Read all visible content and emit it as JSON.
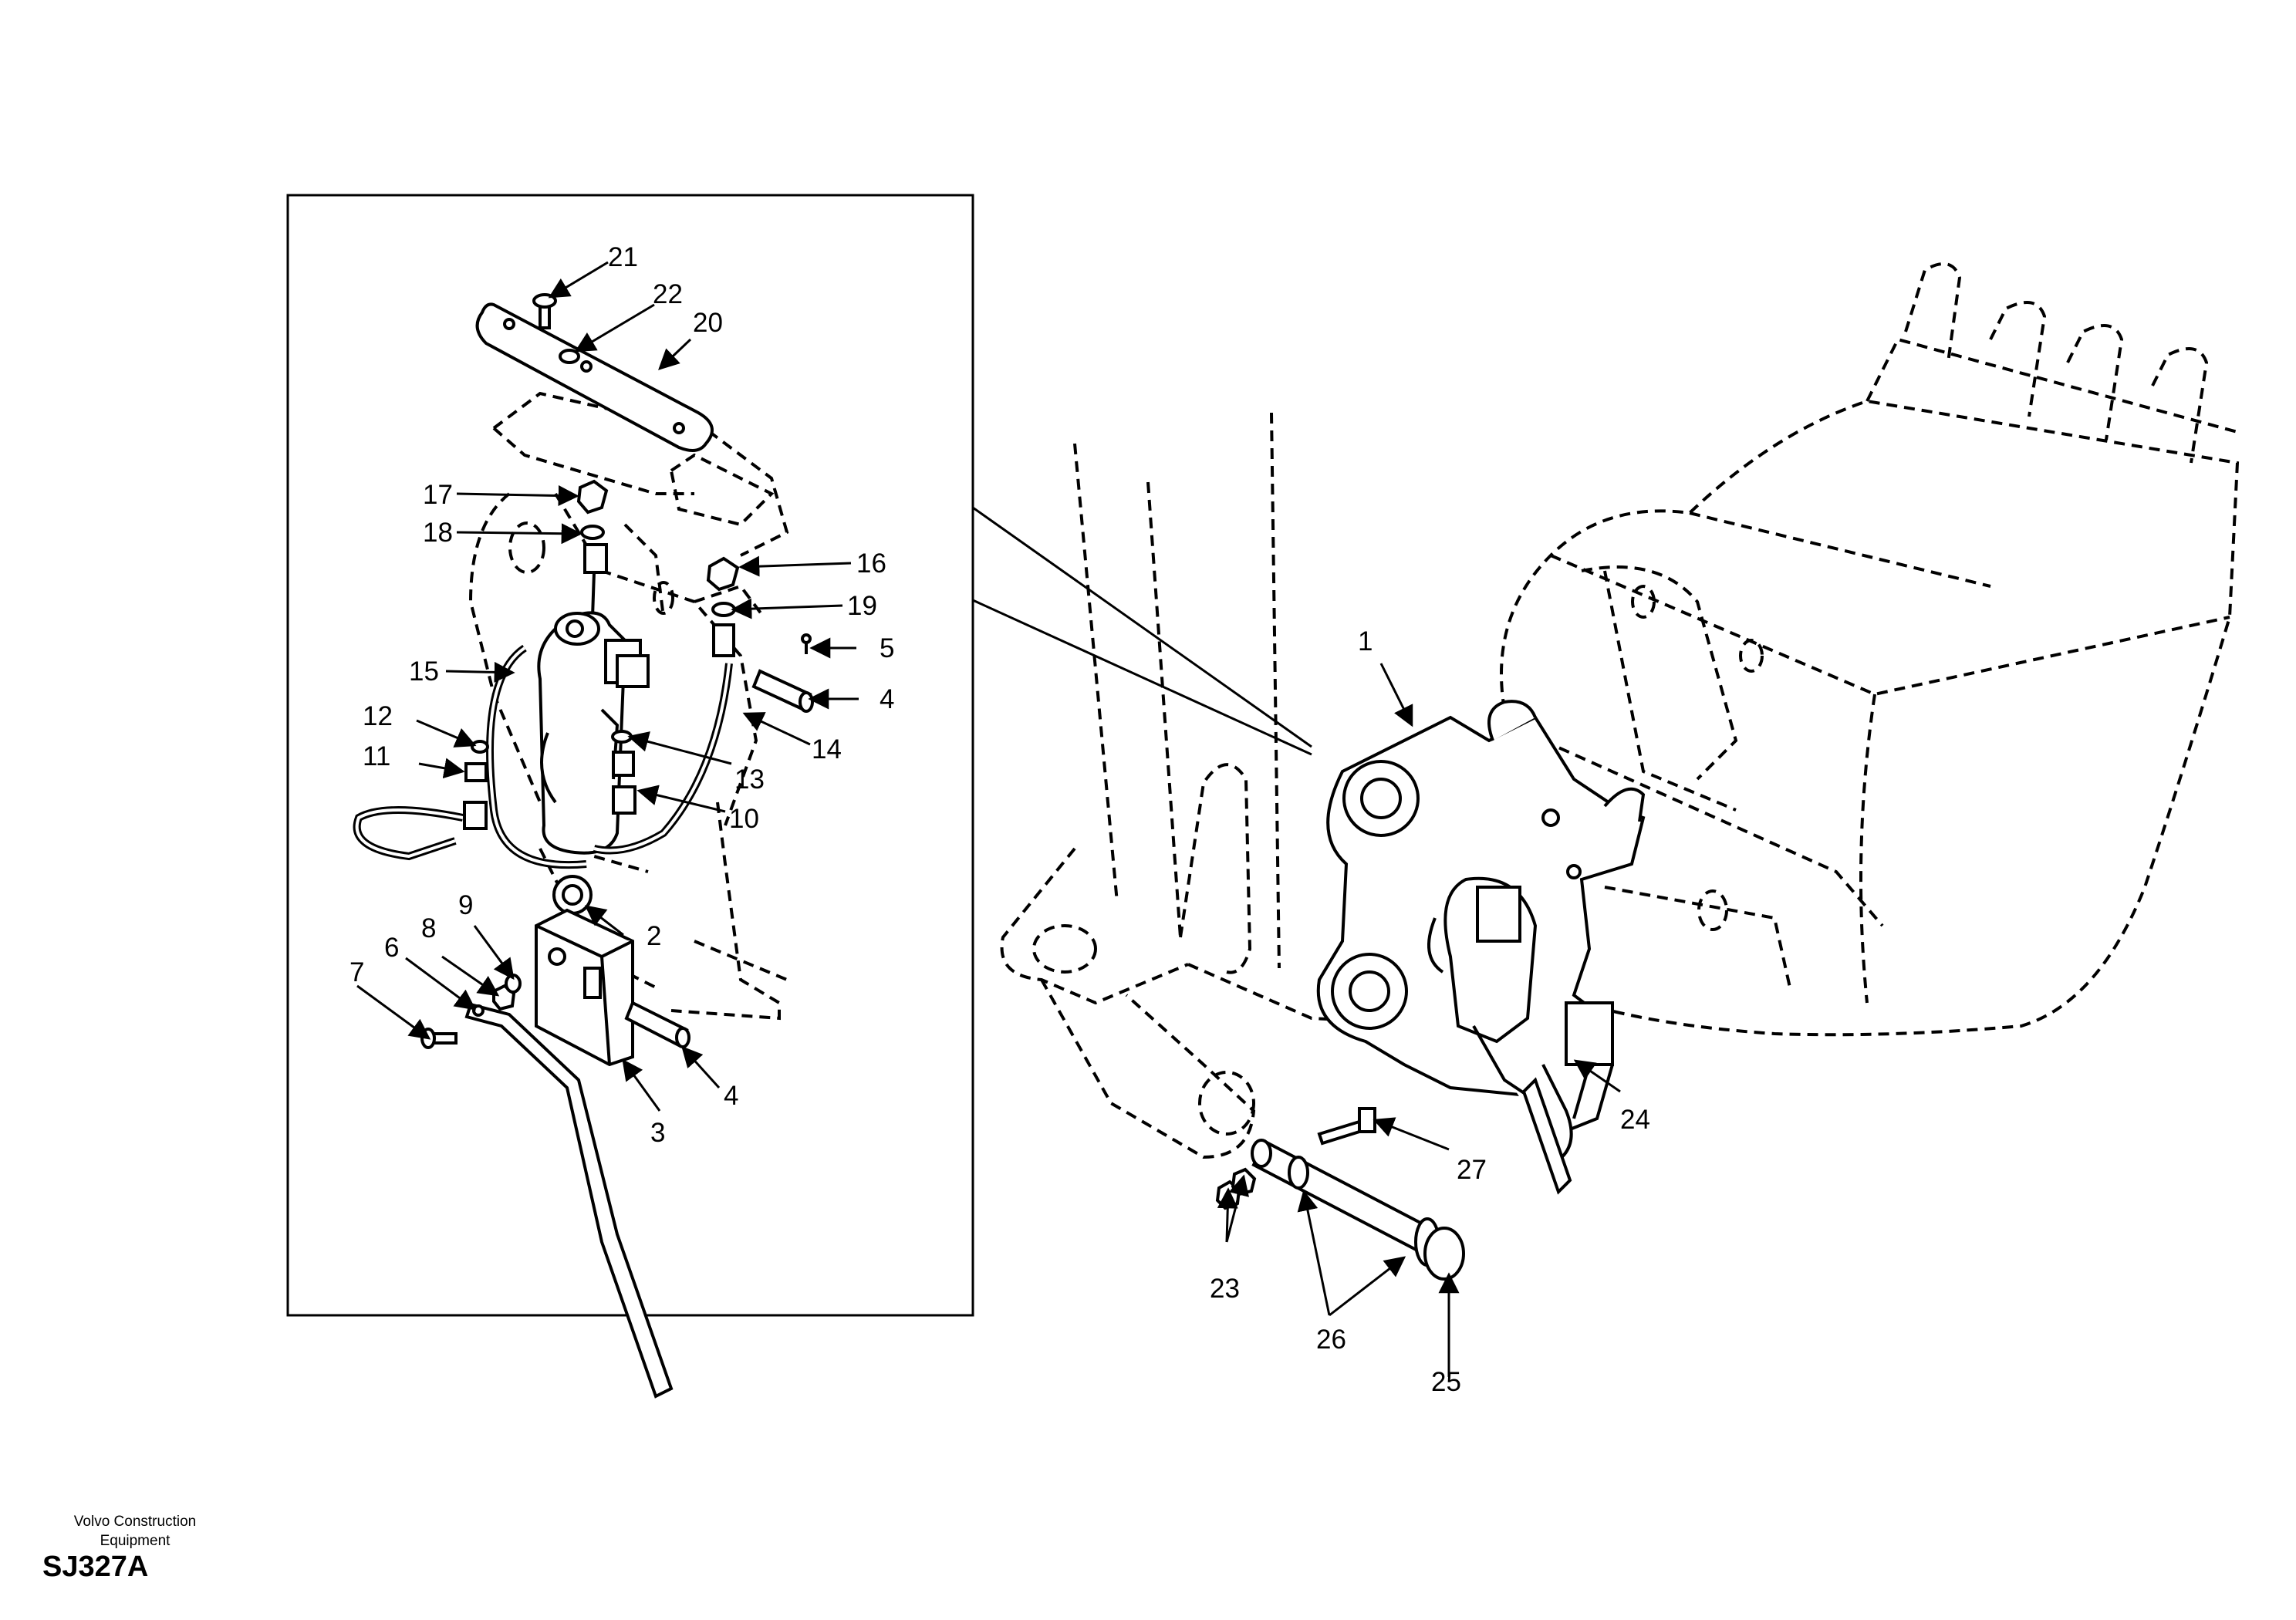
{
  "brand": {
    "line1": "Volvo Construction",
    "line2": "Equipment"
  },
  "drawing_code": "SJ327A",
  "callouts": {
    "c1": "1",
    "c2": "2",
    "c3": "3",
    "c4a": "4",
    "c4b": "4",
    "c5": "5",
    "c6": "6",
    "c7": "7",
    "c8": "8",
    "c9": "9",
    "c10": "10",
    "c11": "11",
    "c12": "12",
    "c13": "13",
    "c14": "14",
    "c15": "15",
    "c16": "16",
    "c17": "17",
    "c18": "18",
    "c19": "19",
    "c20": "20",
    "c21": "21",
    "c22": "22",
    "c23": "23",
    "c24": "24",
    "c25": "25",
    "c26": "26",
    "c27": "27"
  }
}
